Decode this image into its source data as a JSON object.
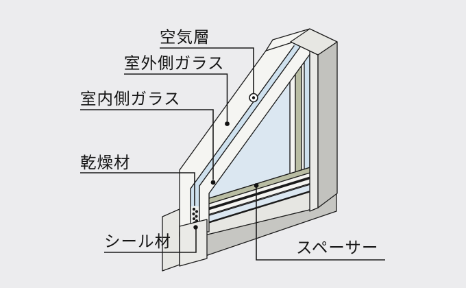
{
  "figure": {
    "type": "insulated-glazing-cross-section",
    "labels": {
      "air_layer": "空気層",
      "outdoor_glass": "室外側ガラス",
      "indoor_glass": "室内側ガラス",
      "desiccant": "乾燥材",
      "sealant": "シール材",
      "spacer": "スペーサー"
    },
    "colors": {
      "background": "#ececee",
      "line": "#1a1a1a",
      "glass_face": "#dbe7f1",
      "air_layer": "#cfe1ee",
      "cut_face": "#f5f5f2",
      "frame_light": "#e7e7e3",
      "frame_front": "#eaeae7",
      "frame_side": "#c2c2be",
      "sill_top": "#e6e6e2",
      "sill_front": "#c6c6c2",
      "spacer": "#b9bda3",
      "sealant": "#a9cde5",
      "desiccant_dot": "#1a1a1a"
    }
  }
}
